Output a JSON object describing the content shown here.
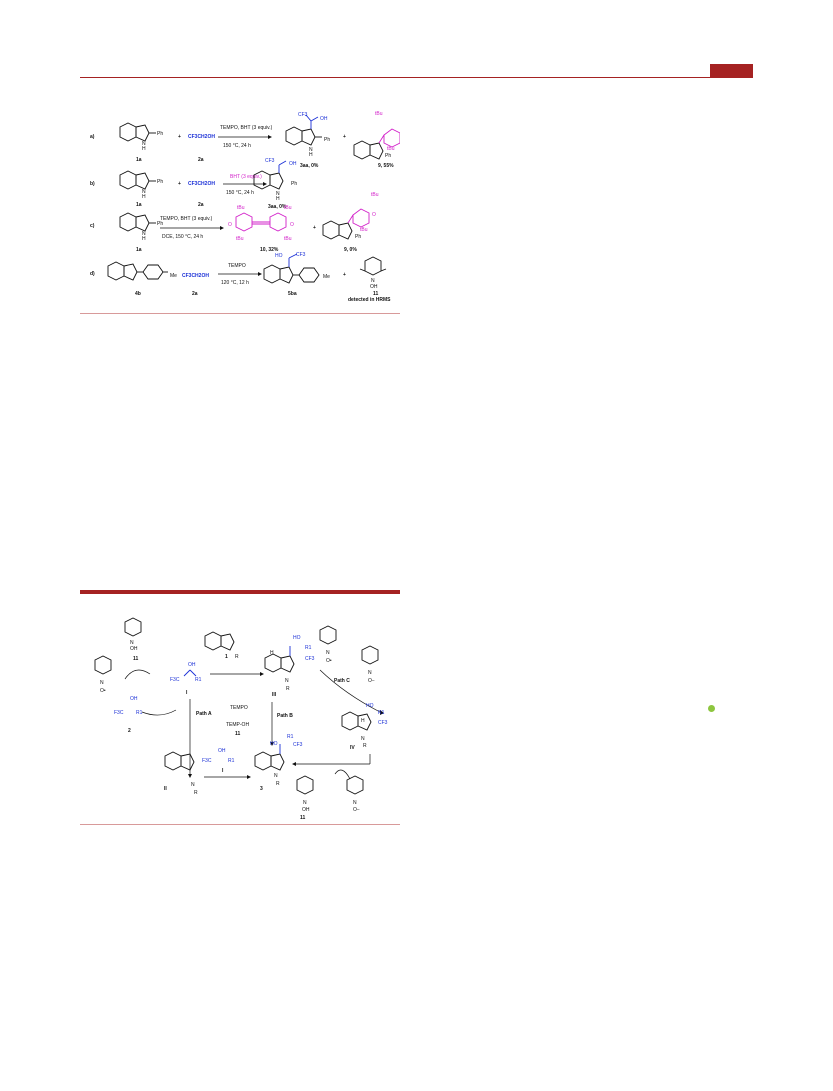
{
  "colors": {
    "brand_red": "#a52222",
    "blue": "#1a2fd6",
    "magenta": "#d21fc9",
    "green_dot": "#8dc63f"
  },
  "scheme1": {
    "row_a": {
      "label": "a)",
      "reagent": "2a",
      "reagent_formula": "CF3CH2OH",
      "condition_top": "TEMPO, BHT (3 equiv.)",
      "condition_bottom": "150 °C, 24 h",
      "sm": "1a",
      "product1": "3aa, 0%",
      "product2": "9, 55%",
      "plus": "+",
      "ph": "Ph",
      "nh": "N\nH",
      "cf3": "CF3",
      "oh": "OH",
      "tbu": "tBu",
      "o": "O"
    },
    "row_b": {
      "label": "b)",
      "reagent": "2a",
      "reagent_formula": "CF3CH2OH",
      "condition_top": "BHT (3 equiv.)",
      "condition_bottom": "150 °C, 24 h",
      "sm": "1a",
      "product1": "3aa, 0%"
    },
    "row_c": {
      "label": "c)",
      "condition_top": "TEMPO, BHT (3 equiv.)",
      "condition_bottom": "DCE, 150 °C, 24 h",
      "sm": "1a",
      "product1": "10, 32%",
      "product2": "9, 0%"
    },
    "row_d": {
      "label": "d)",
      "sm": "4b",
      "reagent": "2a",
      "reagent_formula": "CF3CH2OH",
      "condition_top": "TEMPO",
      "condition_bottom": "120 °C, 12 h",
      "product1": "5ba",
      "product2": "11",
      "product2_note": "detected in HRMS",
      "me": "Me",
      "n": "N",
      "ho": "HO"
    }
  },
  "scheme2": {
    "labels": {
      "I": "I",
      "II": "II",
      "III": "III",
      "IV": "IV",
      "two": "2",
      "three": "3",
      "eleven": "11",
      "one": "1",
      "path_a": "Path A",
      "path_b": "Path B",
      "path_c": "Path C",
      "tempo": "TEMPO",
      "temp_oh": "TEMP-OH",
      "f3c": "F3C",
      "oh": "OH",
      "ho": "HO",
      "r1": "R1",
      "r": "R",
      "cf3": "CF3",
      "n": "N",
      "h": "H",
      "o_rad": "O•",
      "o_minus": "O−"
    }
  }
}
